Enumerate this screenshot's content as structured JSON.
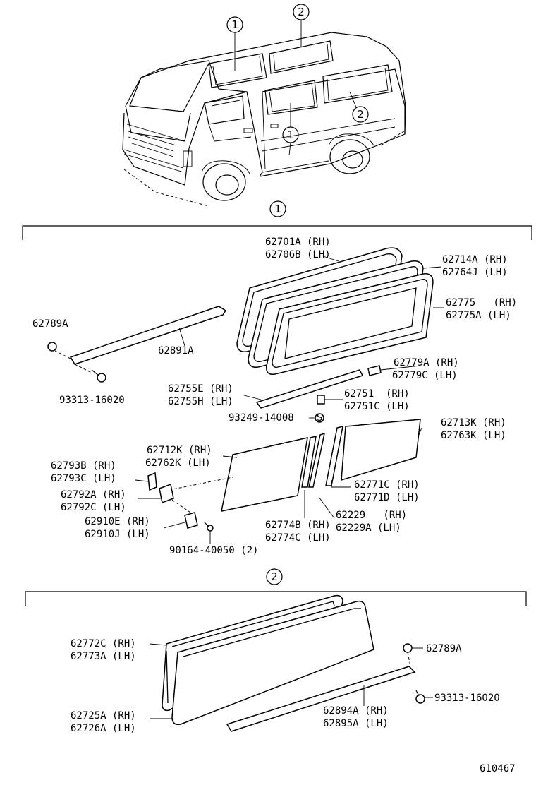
{
  "callouts": {
    "c1": "1",
    "c2": "2",
    "van_c1": "1",
    "van_c2": "2"
  },
  "section1": {
    "marker": "1",
    "labels": {
      "frame_outer_rh": "62701A (RH)",
      "frame_outer_lh": "62706B (LH)",
      "weatherstrip_rh": "62714A (RH)",
      "weatherstrip_lh": "62764J (LH)",
      "frame_inner_rh": "62775   (RH)",
      "frame_inner_lh": "62775A (LH)",
      "cap_nut": "62789A",
      "stay": "62891A",
      "screw": "93313-16020",
      "stopper_rh": "62779A (RH)",
      "stopper_lh": "62779C (LH)",
      "rail_rh": "62755E (RH)",
      "rail_lh": "62755H (LH)",
      "bracket_rh": "62751  (RH)",
      "bracket_lh": "62751C (LH)",
      "clip": "93249-14008",
      "rear_glass_rh": "62713K (RH)",
      "rear_glass_lh": "62763K (LH)",
      "front_glass_rh": "62712K (RH)",
      "front_glass_lh": "62762K (LH)",
      "pad_rh": "62793B (RH)",
      "pad_lh": "62793C (LH)",
      "plate_rh": "62792A (RH)",
      "plate_lh": "62792C (LH)",
      "channel_rh": "62771C (RH)",
      "channel_lh": "62771D (LH)",
      "latch_rh": "62910E (RH)",
      "latch_lh": "62910J (LH)",
      "run_rh": "62229   (RH)",
      "run_lh": "62229A (LH)",
      "division_rh": "62774B (RH)",
      "division_lh": "62774C (LH)",
      "latch_screw": "90164-40050 (2)"
    }
  },
  "section2": {
    "marker": "2",
    "labels": {
      "weatherstrip_rh": "62772C (RH)",
      "weatherstrip_lh": "62773A (LH)",
      "glass_rh": "62725A (RH)",
      "glass_lh": "62726A (LH)",
      "cap_nut": "62789A",
      "screw": "93313-16020",
      "stay_rh": "62894A (RH)",
      "stay_lh": "62895A (LH)"
    }
  },
  "diagram_number": "610467"
}
